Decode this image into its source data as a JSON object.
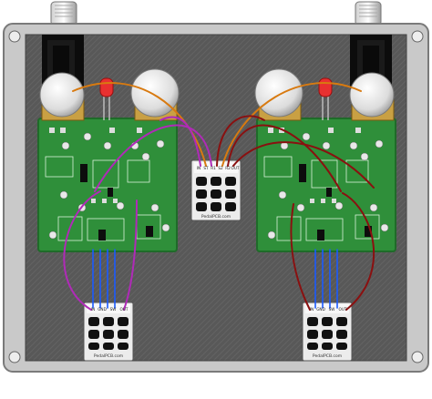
{
  "colors": {
    "enclosure_fill": "#585858",
    "enclosure_frame": "#c8c8c8",
    "pcb_green": "#2f8f3a",
    "pcb_dark": "#1f6b29",
    "wire_purple": "#b02ab8",
    "wire_orange": "#d87a10",
    "wire_darkred": "#8a1010",
    "wire_blue": "#1a5aff",
    "led_red": "#e83030",
    "pot_knob": "#e8e8e8",
    "jack_black": "#111111"
  },
  "center_breakout": {
    "pins": [
      "IN",
      "ST",
      "R1",
      "S2",
      "R2",
      "OUT"
    ],
    "brand": "PedalPCB.com"
  },
  "left_breakout": {
    "pins": [
      "IN",
      "GND",
      "SW",
      "OUT"
    ],
    "brand": "PedalPCB.com"
  },
  "right_breakout": {
    "pins": [
      "IN",
      "GND",
      "SW",
      "OUT"
    ],
    "brand": "PedalPCB.com"
  }
}
